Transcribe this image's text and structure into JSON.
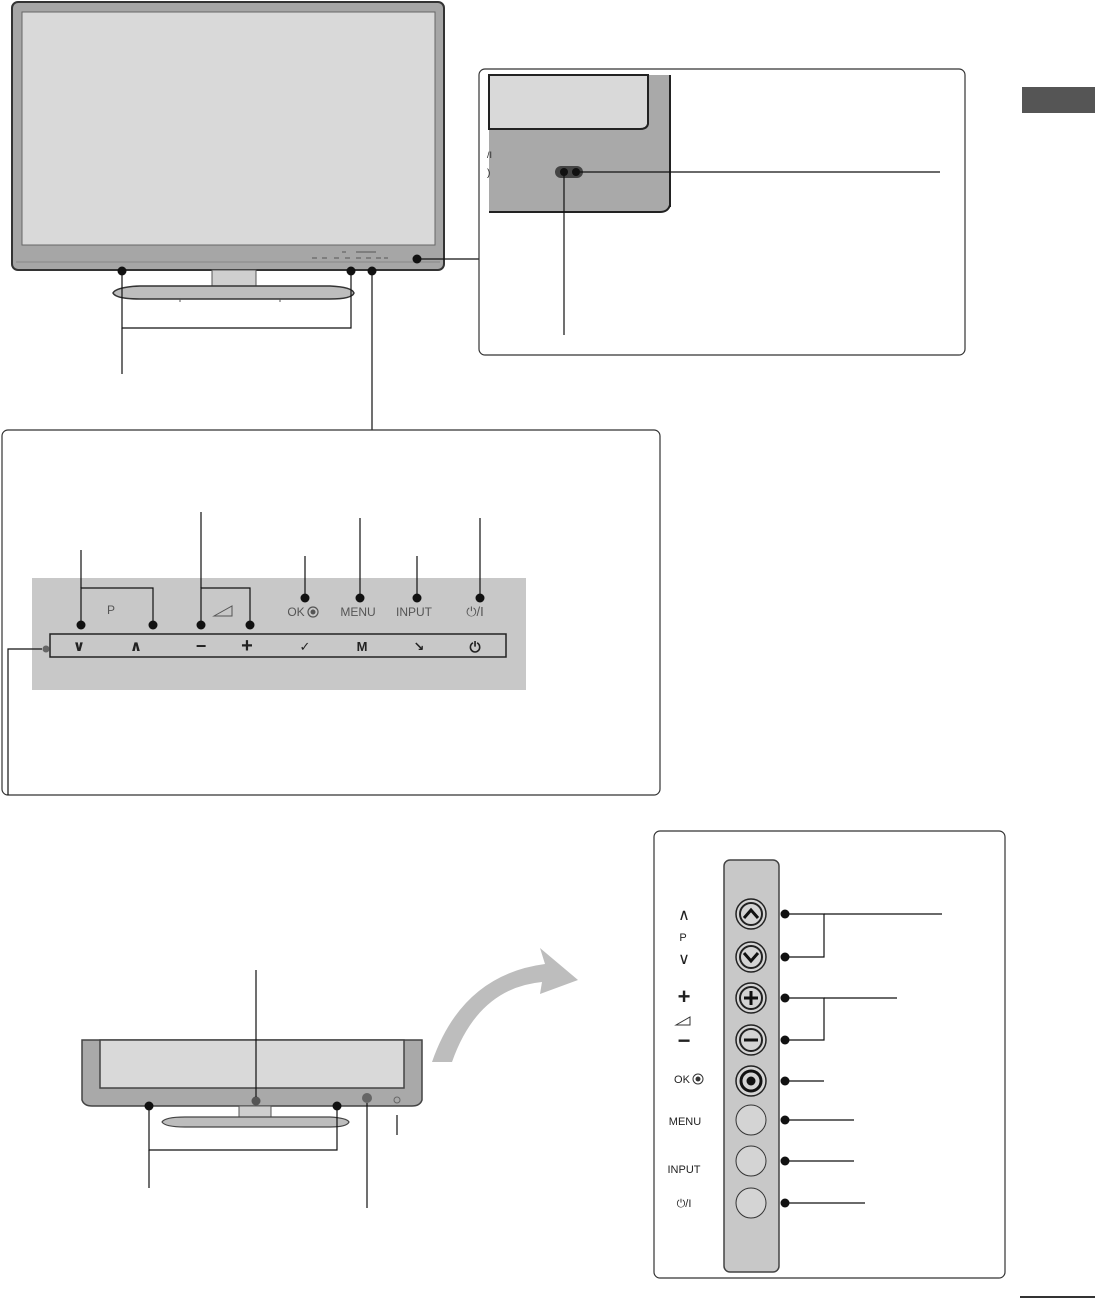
{
  "controls_strip": {
    "channel_label": "P",
    "volume_icon": "volume-triangle-icon",
    "ok_label": "OK",
    "menu_label": "MENU",
    "input_label": "INPUT",
    "power_label": "⏻/I"
  },
  "touch_symbols": [
    "∨",
    "∧",
    "−",
    "+",
    "✓",
    "M",
    "↘",
    "⏻"
  ],
  "side_panel": {
    "ch_up": "∧",
    "channel_label": "P",
    "ch_down": "∨",
    "vol_up": "+",
    "volume_icon": "volume-triangle-icon",
    "vol_down": "−",
    "ok_label": "OK",
    "menu_label": "MENU",
    "input_label": "INPUT",
    "power_label": "⏻/I"
  },
  "zoom_partial_text": "/I",
  "colors": {
    "frame": "#9a9a9a",
    "screen": "#d9d9d9",
    "panel": "#c8c8c8",
    "section_tab": "#555555"
  }
}
